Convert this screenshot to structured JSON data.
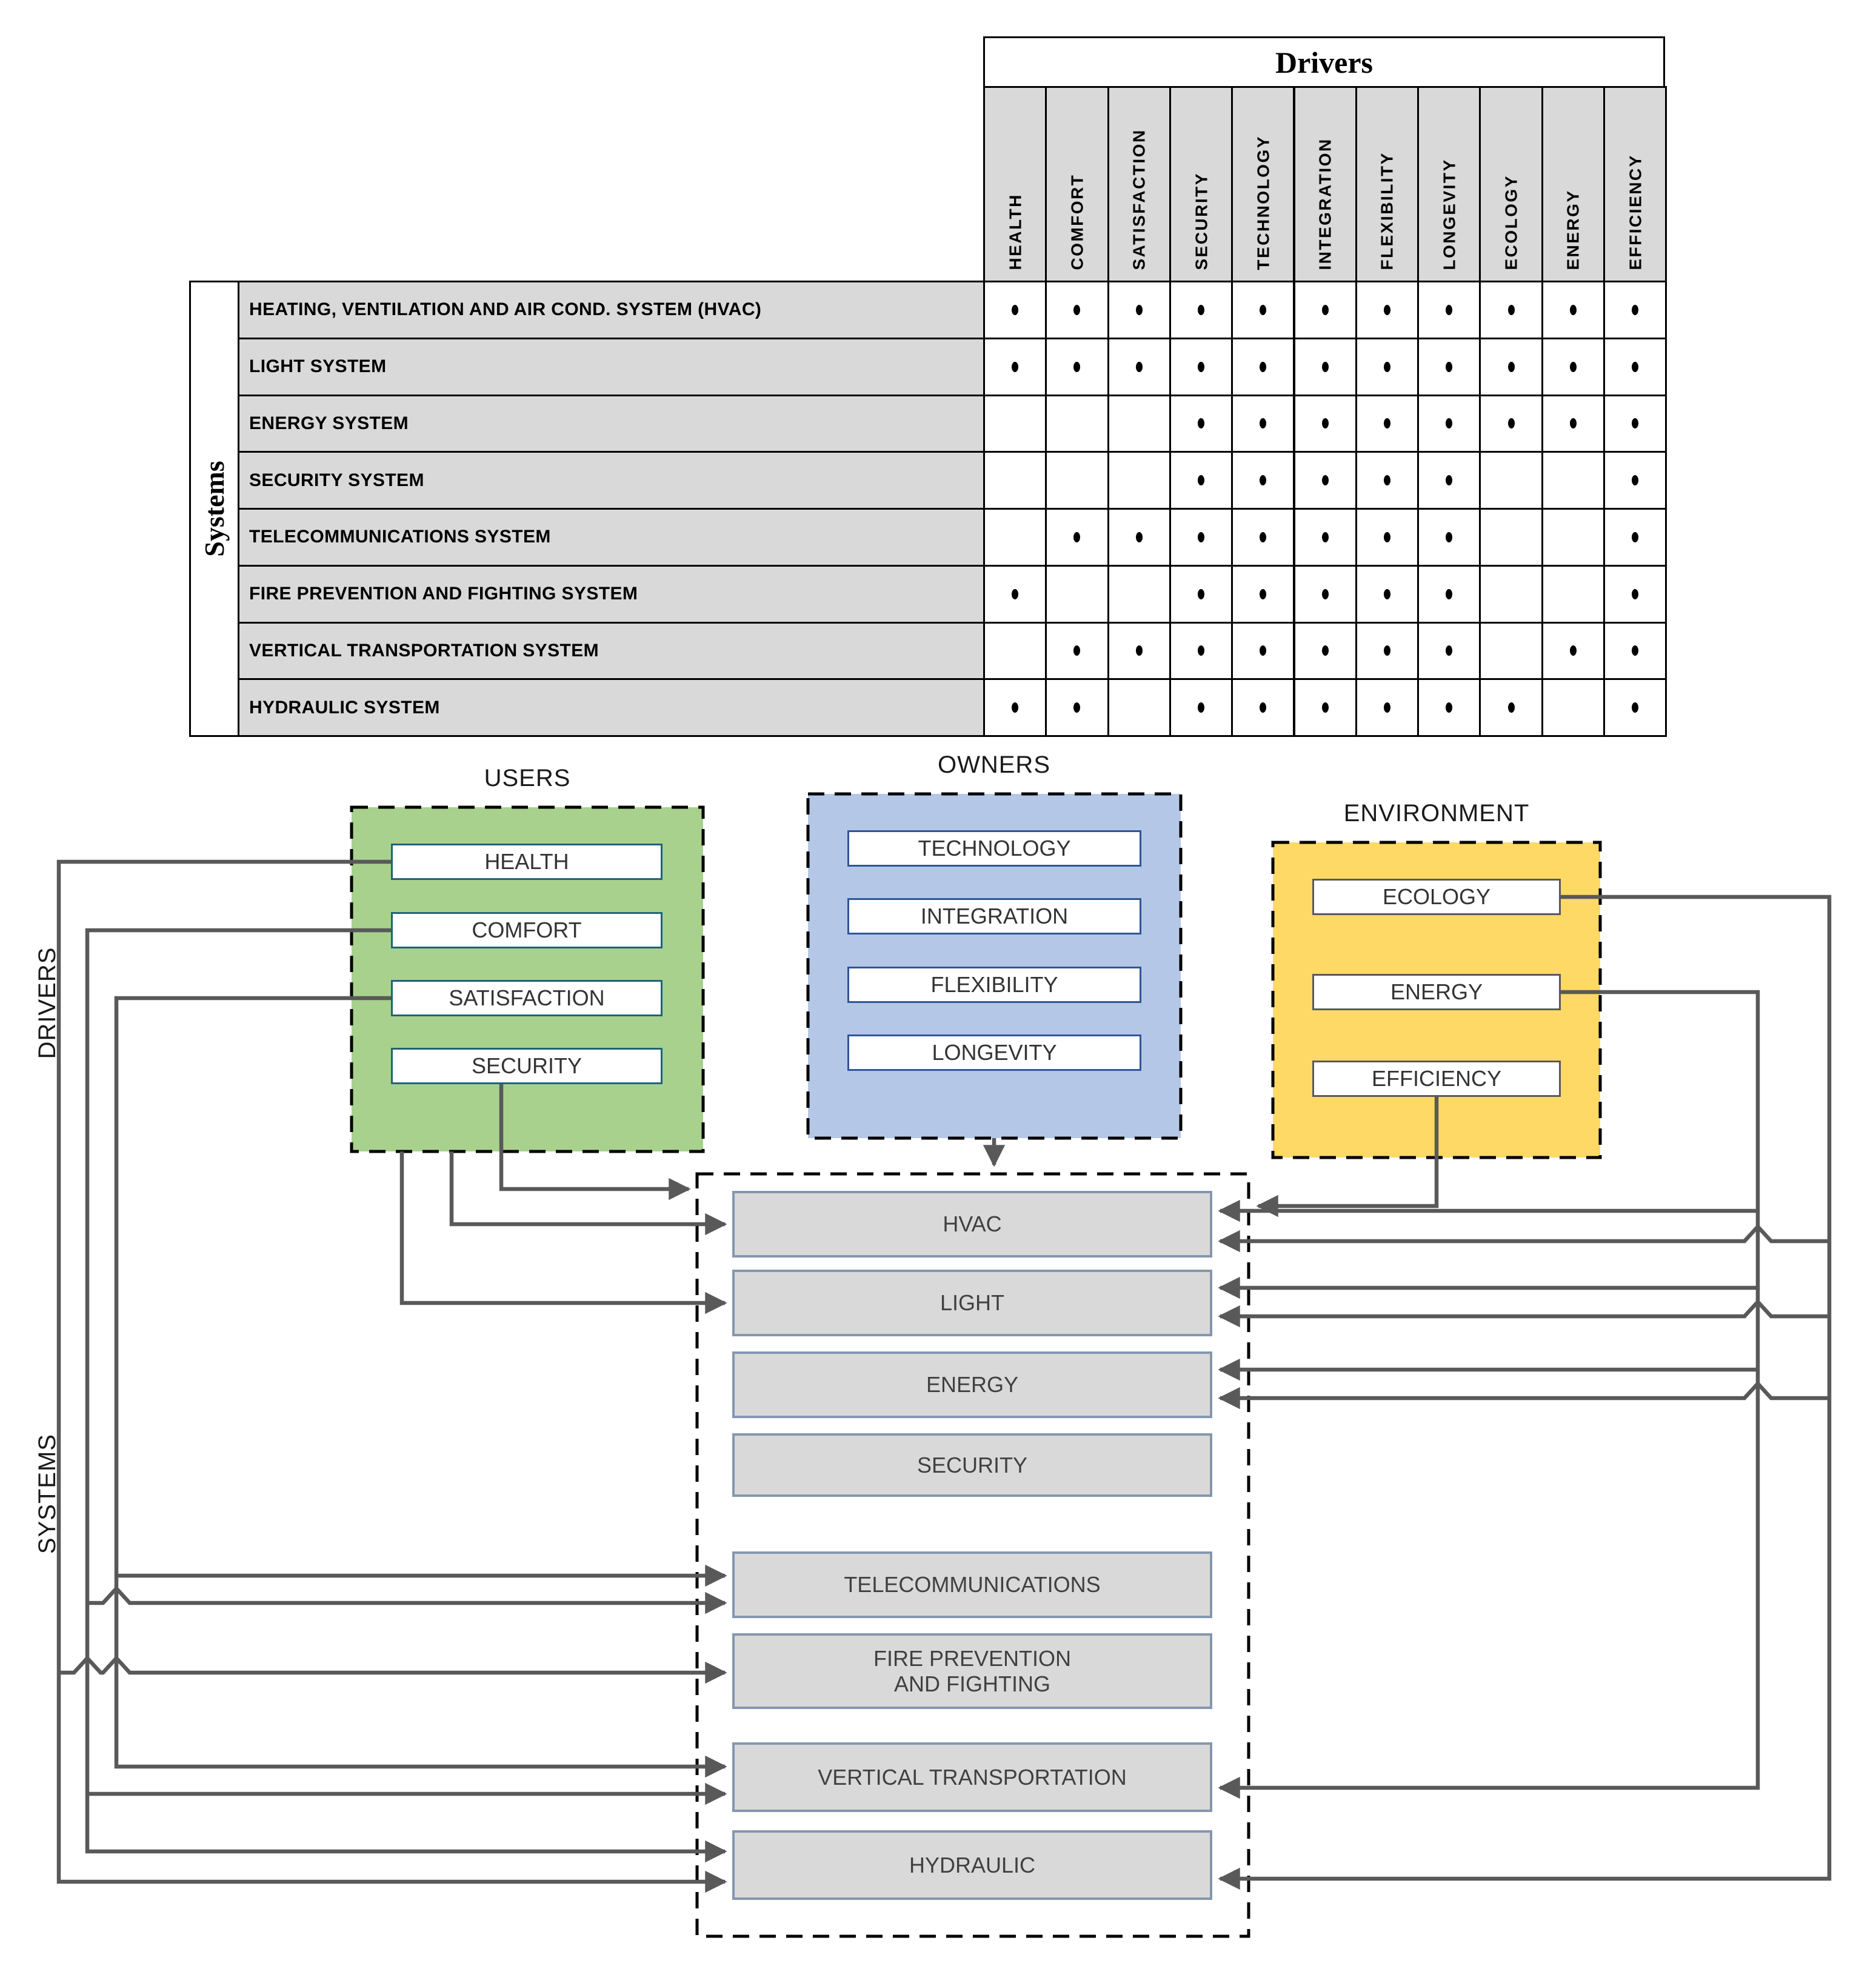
{
  "table": {
    "drivers_title": "Drivers",
    "systems_title": "Systems",
    "driver_columns": [
      "HEALTH",
      "COMFORT",
      "SATISFACTION",
      "SECURITY",
      "TECHNOLOGY",
      "INTEGRATION",
      "FLEXIBILITY",
      "LONGEVITY",
      "ECOLOGY",
      "ENERGY",
      "EFFICIENCY"
    ],
    "system_rows": [
      {
        "label": "HEATING, VENTILATION AND AIR COND. SYSTEM (HVAC)",
        "dots": [
          1,
          1,
          1,
          1,
          1,
          1,
          1,
          1,
          1,
          1,
          1
        ]
      },
      {
        "label": "LIGHT SYSTEM",
        "dots": [
          1,
          1,
          1,
          1,
          1,
          1,
          1,
          1,
          1,
          1,
          1
        ]
      },
      {
        "label": "ENERGY SYSTEM",
        "dots": [
          0,
          0,
          0,
          1,
          1,
          1,
          1,
          1,
          1,
          1,
          1
        ]
      },
      {
        "label": "SECURITY SYSTEM",
        "dots": [
          0,
          0,
          0,
          1,
          1,
          1,
          1,
          1,
          0,
          0,
          1
        ]
      },
      {
        "label": "TELECOMMUNICATIONS SYSTEM",
        "dots": [
          0,
          1,
          1,
          1,
          1,
          1,
          1,
          1,
          0,
          0,
          1
        ]
      },
      {
        "label": "FIRE PREVENTION AND FIGHTING SYSTEM",
        "dots": [
          1,
          0,
          0,
          1,
          1,
          1,
          1,
          1,
          0,
          0,
          1
        ]
      },
      {
        "label": "VERTICAL TRANSPORTATION SYSTEM",
        "dots": [
          0,
          1,
          1,
          1,
          1,
          1,
          1,
          1,
          0,
          1,
          1
        ]
      },
      {
        "label": "HYDRAULIC SYSTEM",
        "dots": [
          1,
          1,
          0,
          1,
          1,
          1,
          1,
          1,
          1,
          0,
          1
        ]
      }
    ],
    "grid_fill": "#d9d9d9"
  },
  "diagram": {
    "side_labels": {
      "drivers": "DRIVERS",
      "systems": "SYSTEMS"
    },
    "groups": [
      {
        "id": "users",
        "title": "USERS",
        "fill": "#A9D18E",
        "item_border": "#1F6377",
        "items": [
          "HEALTH",
          "COMFORT",
          "SATISFACTION",
          "SECURITY"
        ]
      },
      {
        "id": "owners",
        "title": "OWNERS",
        "fill": "#B4C7E7",
        "item_border": "#2F5597",
        "items": [
          "TECHNOLOGY",
          "INTEGRATION",
          "FLEXIBILITY",
          "LONGEVITY"
        ]
      },
      {
        "id": "environment",
        "title": "ENVIRONMENT",
        "fill": "#FFD966",
        "item_border": "#595959",
        "items": [
          "ECOLOGY",
          "ENERGY",
          "EFFICIENCY"
        ]
      }
    ],
    "systems_group": {
      "items": [
        "HVAC",
        "LIGHT",
        "ENERGY",
        "SECURITY",
        "TELECOMMUNICATIONS",
        "FIRE PREVENTION\nAND FIGHTING",
        "VERTICAL TRANSPORTATION",
        "HYDRAULIC"
      ],
      "item_fill": "#D9D9D9",
      "item_border": "#8497B0"
    },
    "line_color": "#595959",
    "connections": [
      {
        "from": "USERS.HEALTH",
        "to": "FIRE PREVENTION AND FIGHTING"
      },
      {
        "from": "USERS.HEALTH",
        "to": "HYDRAULIC"
      },
      {
        "from": "USERS.COMFORT",
        "to": "TELECOMMUNICATIONS"
      },
      {
        "from": "USERS.COMFORT",
        "to": "VERTICAL TRANSPORTATION"
      },
      {
        "from": "USERS.COMFORT",
        "to": "HYDRAULIC"
      },
      {
        "from": "USERS.SATISFACTION",
        "to": "TELECOMMUNICATIONS"
      },
      {
        "from": "USERS.SATISFACTION",
        "to": "VERTICAL TRANSPORTATION"
      },
      {
        "from": "USERS.SECURITY",
        "to": "SYSTEMS-BOX"
      },
      {
        "from": "USERS",
        "to": "HVAC"
      },
      {
        "from": "USERS",
        "to": "LIGHT"
      },
      {
        "from": "OWNERS",
        "to": "SYSTEMS-BOX"
      },
      {
        "from": "ENVIRONMENT.ECOLOGY",
        "to": "HVAC"
      },
      {
        "from": "ENVIRONMENT.ECOLOGY",
        "to": "LIGHT"
      },
      {
        "from": "ENVIRONMENT.ECOLOGY",
        "to": "ENERGY"
      },
      {
        "from": "ENVIRONMENT.ECOLOGY",
        "to": "HYDRAULIC"
      },
      {
        "from": "ENVIRONMENT.ENERGY",
        "to": "HVAC"
      },
      {
        "from": "ENVIRONMENT.ENERGY",
        "to": "LIGHT"
      },
      {
        "from": "ENVIRONMENT.ENERGY",
        "to": "ENERGY"
      },
      {
        "from": "ENVIRONMENT.ENERGY",
        "to": "VERTICAL TRANSPORTATION"
      },
      {
        "from": "ENVIRONMENT.EFFICIENCY",
        "to": "SYSTEMS-BOX"
      }
    ]
  }
}
